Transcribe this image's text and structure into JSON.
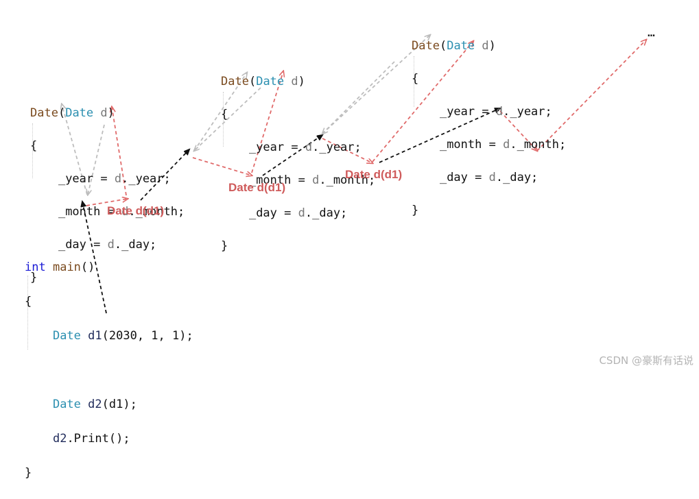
{
  "copy_fn": {
    "name": "Date",
    "param_type": "Date",
    "param_name": "d",
    "open_brace": "{",
    "close_brace": "}",
    "body": [
      {
        "lhs": "_year",
        "op": " = ",
        "obj": "d",
        "rhs": "._year;"
      },
      {
        "lhs": "_month",
        "op": " = ",
        "obj": "d",
        "rhs": "._month;"
      },
      {
        "lhs": "_day",
        "op": " = ",
        "obj": "d",
        "rhs": "._day;"
      }
    ]
  },
  "labels": [
    "Date d(d1)",
    "Date d(d1)",
    "Date d(d1)"
  ],
  "ellipsis": "…",
  "main": {
    "kw_int": "int",
    "func": "main",
    "parens": "()",
    "open_brace": "{",
    "close_brace": "}",
    "line1_type": "Date",
    "line1_var": "d1",
    "line1_args": "(2030, 1, 1);",
    "line2_type": "Date",
    "line2_var": "d2",
    "line2_args": "(d1);",
    "line3_obj": "d2",
    "line3_call": ".Print();"
  },
  "watermark": "CSDN @豪斯有话说",
  "colors": {
    "red_arrow": "#e06a6a",
    "gray_arrow": "#bdbdbd",
    "black_arrow": "#111111",
    "label_red": "#cf5b5b"
  }
}
